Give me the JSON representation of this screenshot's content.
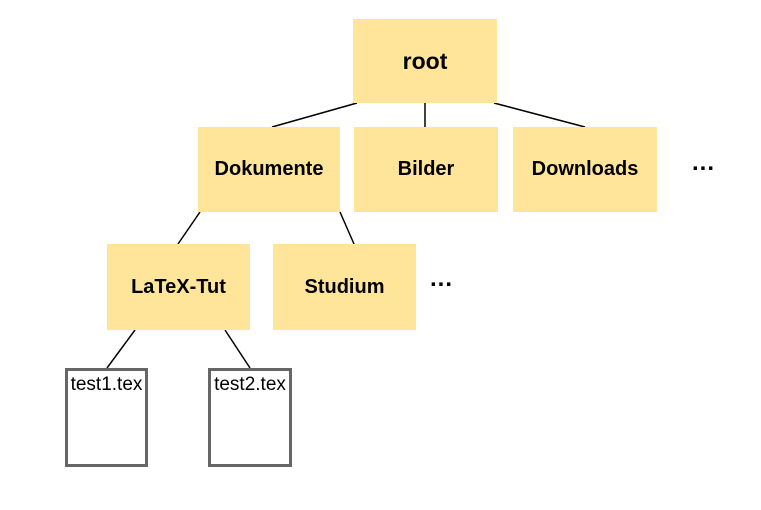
{
  "diagram": {
    "type": "tree",
    "description": "File system hierarchy tree",
    "colors": {
      "folder_fill": "#FFE599",
      "file_fill": "#FFFFFF",
      "file_border": "#666666",
      "edge_line": "#000000",
      "text": "#000000",
      "background": "#FFFFFF"
    },
    "nodes": {
      "root": {
        "label": "root",
        "type": "folder"
      },
      "dokumente": {
        "label": "Dokumente",
        "type": "folder"
      },
      "bilder": {
        "label": "Bilder",
        "type": "folder"
      },
      "downloads": {
        "label": "Downloads",
        "type": "folder"
      },
      "latex_tut": {
        "label": "LaTeX-Tut",
        "type": "folder"
      },
      "studium": {
        "label": "Studium",
        "type": "folder"
      },
      "test1": {
        "label": "test1.tex",
        "type": "file"
      },
      "test2": {
        "label": "test2.tex",
        "type": "file"
      },
      "more_root_children": {
        "label": "...",
        "type": "ellipsis"
      },
      "more_dokumente_children": {
        "label": "...",
        "type": "ellipsis"
      }
    },
    "edges": [
      {
        "from": "root",
        "to": "dokumente"
      },
      {
        "from": "root",
        "to": "bilder"
      },
      {
        "from": "root",
        "to": "downloads"
      },
      {
        "from": "dokumente",
        "to": "latex_tut"
      },
      {
        "from": "dokumente",
        "to": "studium"
      },
      {
        "from": "latex_tut",
        "to": "test1"
      },
      {
        "from": "latex_tut",
        "to": "test2"
      }
    ]
  }
}
